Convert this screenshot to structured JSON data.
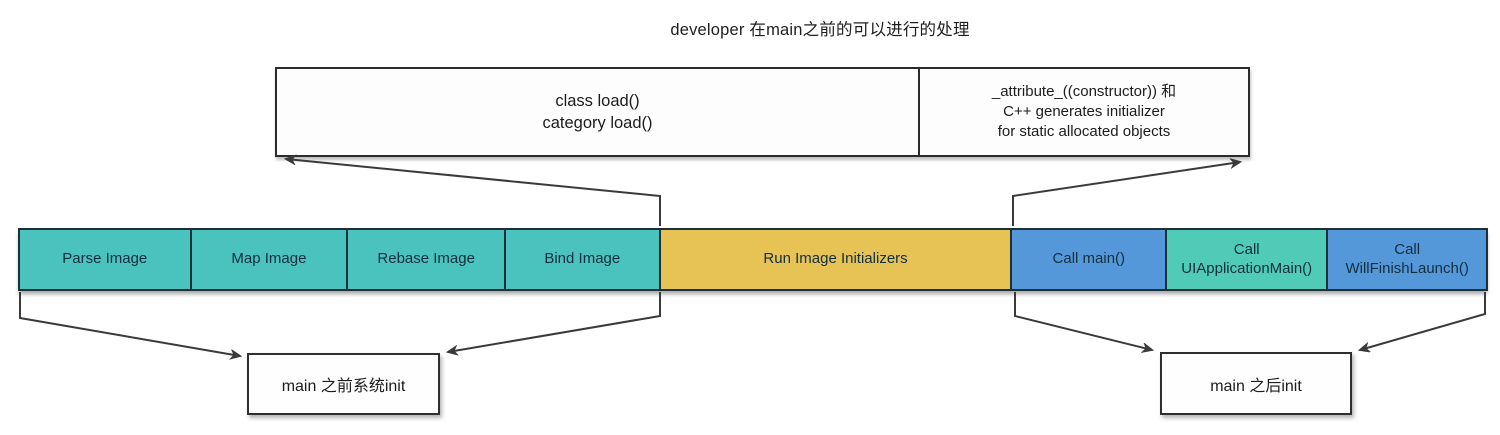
{
  "title": "developer 在main之前的可以进行的处理",
  "top_box": {
    "left_cell": "class load()\ncategory load()",
    "right_cell": "_attribute_((constructor)) 和\nC++ generates initializer\nfor static allocated objects"
  },
  "timeline": {
    "segments": [
      {
        "name": "parse-image",
        "label": "Parse Image",
        "color": "#4ac2bd",
        "width": 11.7
      },
      {
        "name": "map-image",
        "label": "Map Image",
        "color": "#4ac2bd",
        "width": 10.7
      },
      {
        "name": "rebase-image",
        "label": "Rebase Image",
        "color": "#4ac2bd",
        "width": 10.75
      },
      {
        "name": "bind-image",
        "label": "Bind Image",
        "color": "#4ac2bd",
        "width": 10.55
      },
      {
        "name": "run-image-initializers",
        "label": "Run Image Initializers",
        "color": "#e7c254",
        "width": 24.0
      },
      {
        "name": "call-main",
        "label": "Call main()",
        "color": "#5598da",
        "width": 10.55
      },
      {
        "name": "call-uiapplicationmain",
        "label": "Call\nUIApplicationMain()",
        "color": "#50cbb8",
        "width": 11.0
      },
      {
        "name": "call-willfinishlaunch",
        "label": "Call\nWillFinishLaunch()",
        "color": "#5598da",
        "width": 10.75
      }
    ]
  },
  "bottom_boxes": {
    "left": "main 之前系统init",
    "right": "main 之后init"
  },
  "colors": {
    "dyld_stage": "#4ac2bd",
    "runtime_init_stage": "#e7c254",
    "main_stage": "#5598da",
    "uiapplicationmain_stage": "#50cbb8",
    "arrow_line": "#3a3a3a"
  }
}
